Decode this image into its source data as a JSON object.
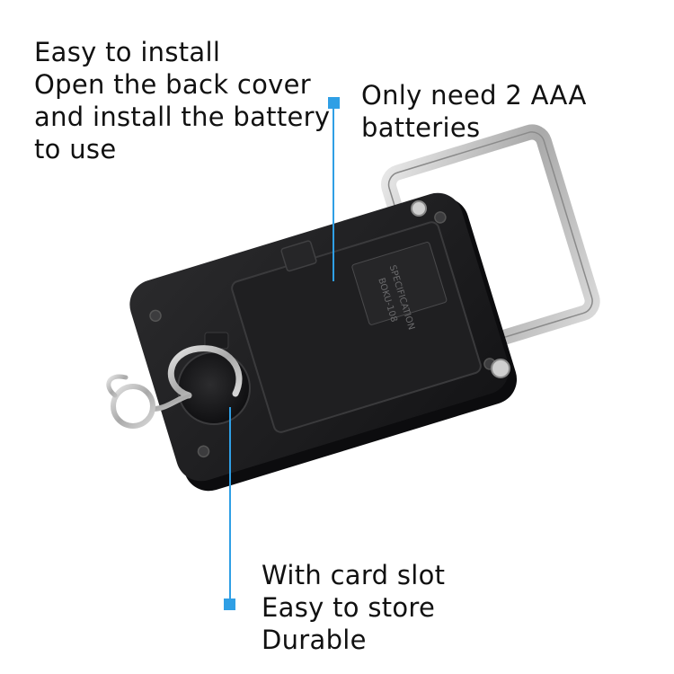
{
  "colors": {
    "accent": "#2f9fe5",
    "text": "#111111",
    "device_body": "#1a1a1c",
    "metal": "#c7c7c7"
  },
  "annotations": {
    "install": {
      "lines": [
        "Easy to install",
        "Open the back cover",
        "and install the battery",
        "to use"
      ]
    },
    "battery": {
      "lines": [
        "Only need 2 AAA",
        "batteries"
      ]
    },
    "card_slot": {
      "lines": [
        "With card slot",
        "Easy to store",
        "Durable"
      ]
    }
  },
  "device": {
    "label_lines": [
      "SPECIFICATION",
      "BOKU-108"
    ]
  }
}
